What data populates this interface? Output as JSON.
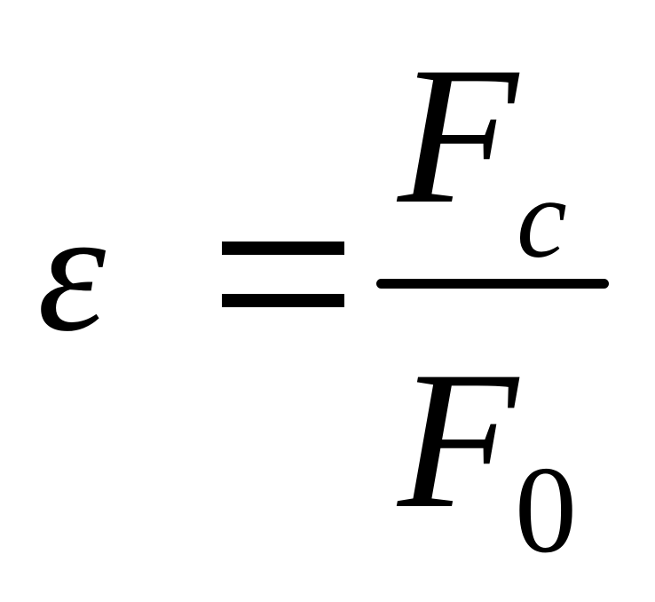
{
  "formula": {
    "lhs": "ε",
    "relation": "=",
    "numerator": {
      "symbol": "F",
      "subscript": "c"
    },
    "denominator": {
      "symbol": "F",
      "subscript": "0"
    }
  }
}
